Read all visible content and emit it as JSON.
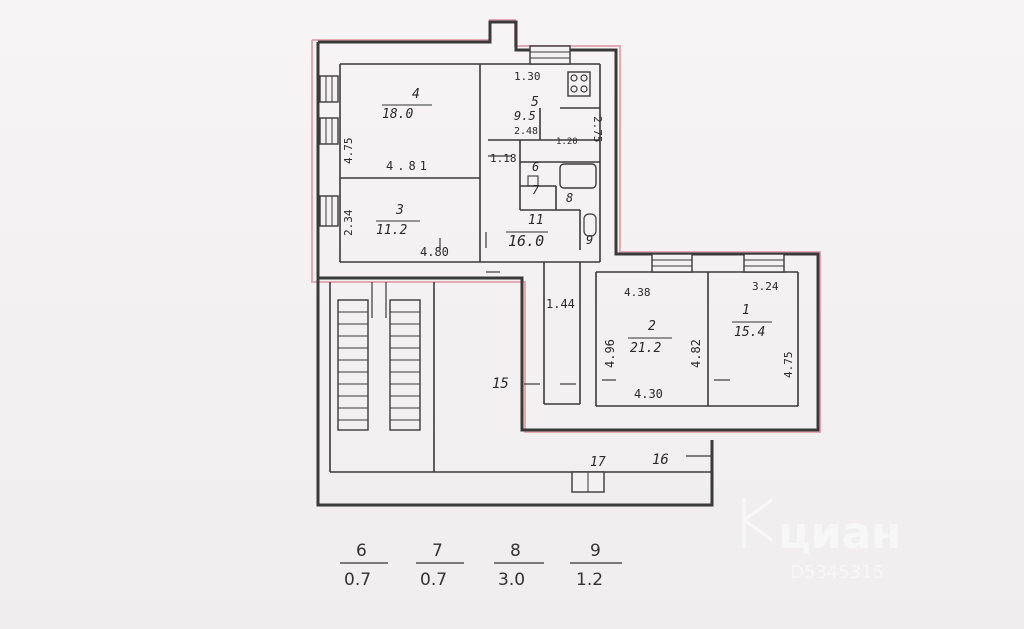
{
  "rooms": [
    {
      "number": "4",
      "area": "18.0"
    },
    {
      "number": "3",
      "area": "11.2"
    },
    {
      "number": "5",
      "area": "9.5"
    },
    {
      "number": "6",
      "area": ""
    },
    {
      "number": "7",
      "area": ""
    },
    {
      "number": "8",
      "area": ""
    },
    {
      "number": "9",
      "area": ""
    },
    {
      "number": "11",
      "area": "16.0"
    },
    {
      "number": "2",
      "area": "21.2"
    },
    {
      "number": "1",
      "area": "15.4"
    }
  ],
  "dimensions": {
    "d_130": "1.30",
    "d_275": "2.75",
    "d_248": "2.48",
    "d_475a": "4.75",
    "d_481": "4.81",
    "d_118": "1.18",
    "d_234": "2.34",
    "d_480": "4.80",
    "d_144": "1.44",
    "d_438": "4.38",
    "d_496": "4.96",
    "d_482": "4.82",
    "d_430": "4.30",
    "d_324": "3.24",
    "d_475b": "4.75",
    "d_120": "1.20"
  },
  "other_labels": {
    "corridor": "15",
    "room16": "16",
    "room17": "17"
  },
  "legend": [
    {
      "num": "6",
      "area": "0.7"
    },
    {
      "num": "7",
      "area": "0.7"
    },
    {
      "num": "8",
      "area": "3.0"
    },
    {
      "num": "9",
      "area": "1.2"
    }
  ],
  "watermark": {
    "brand": "циан",
    "code": "D5345315"
  }
}
